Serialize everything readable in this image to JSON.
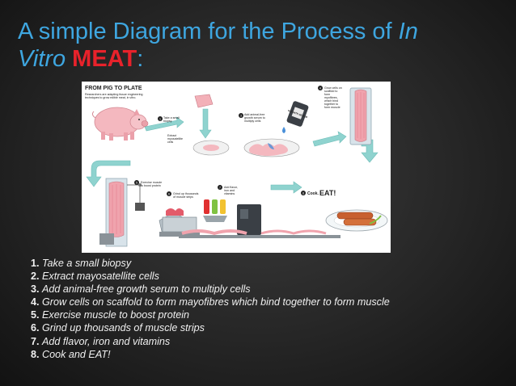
{
  "title": {
    "part1": "A simple Diagram for the Process of ",
    "part2": "In",
    "part3": "Vitro",
    "part4": "MEAT",
    "part5": ":"
  },
  "diagram": {
    "heading": "FROM PIG TO PLATE",
    "intro": [
      "Researchers are adapting tissue engineering",
      "techniques to grow edible meat, in vitro."
    ],
    "labels": {
      "biopsy": [
        "Take a small",
        "biopsy"
      ],
      "extract": [
        "Extract",
        "myosatellite",
        "cells"
      ],
      "serum": [
        "Add animal-free",
        "growth serum to",
        "multiply cells"
      ],
      "scaffold": [
        "Grow cells on",
        "scaffold to",
        "form",
        "myofibres,",
        "which bind",
        "together to",
        "form muscle"
      ],
      "exercise": [
        "Exercise muscle",
        "to boost protein"
      ],
      "grind": [
        "Grind up thousands",
        "of muscle strips"
      ],
      "flavor": [
        "Add flavor,",
        "iron and",
        "vitamins"
      ],
      "cook": "Cook.",
      "eat": "EAT!"
    },
    "step_numbers": [
      "1",
      "2",
      "3",
      "4",
      "5",
      "6",
      "7",
      "8"
    ],
    "bottle_text": "GROWTH SERUM"
  },
  "steps": [
    {
      "num": "1.",
      "text": "Take a small biopsy"
    },
    {
      "num": "2.",
      "text": "Extract mayosatellite cells"
    },
    {
      "num": "3.",
      "text": "Add animal-free growth serum to multiply cells"
    },
    {
      "num": "4.",
      "text": "Grow cells on scaffold to form mayofibres which bind together to form muscle"
    },
    {
      "num": "5.",
      "text": "Exercise muscle to boost protein"
    },
    {
      "num": "6.",
      "text": "Grind up thousands of muscle strips"
    },
    {
      "num": "7.",
      "text": "Add flavor, iron and vitamins"
    },
    {
      "num": "8.",
      "text": "Cook and EAT!"
    }
  ],
  "colors": {
    "title_blue": "#3ea6e0",
    "title_red": "#e8222b",
    "arrow_teal": "#8fd3cf",
    "pig_pink": "#f4b8bf"
  }
}
